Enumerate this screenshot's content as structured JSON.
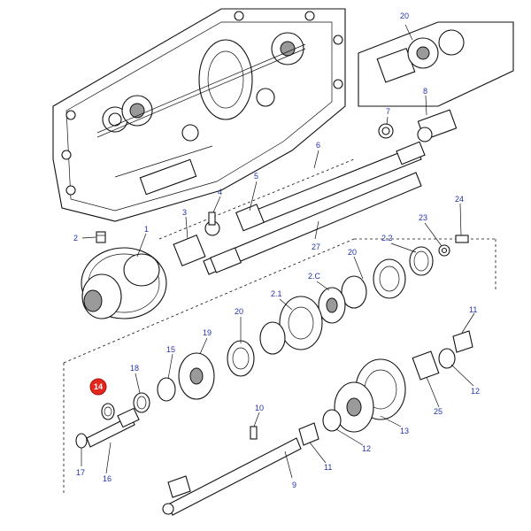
{
  "highlight_color": "#e0281e",
  "label_color": "#2233aa",
  "labels": {
    "l20a": "20",
    "l7": "7",
    "l8": "8",
    "l6": "6",
    "l5": "5",
    "l4": "4",
    "l3": "3",
    "l2": "2",
    "l1": "1",
    "l27": "27",
    "l24": "24",
    "l23": "23",
    "l22": "2.2",
    "l20b": "20",
    "l2c": "2.C",
    "l21": "2.1",
    "l20c": "20",
    "l19": "19",
    "l15": "15",
    "l18": "18",
    "l14": "14",
    "l17": "17",
    "l16": "16",
    "l10": "10",
    "l9": "9",
    "l11a": "11",
    "l11b": "11",
    "l12a": "12",
    "l12b": "12",
    "l13": "13",
    "l25": "25"
  }
}
